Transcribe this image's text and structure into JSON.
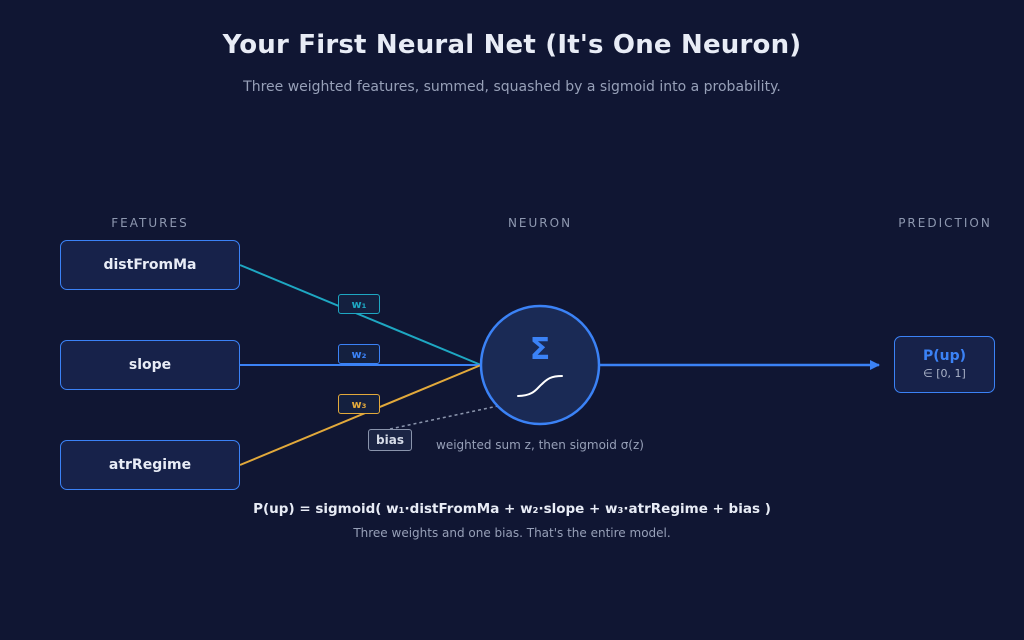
{
  "title": "Your First Neural Net (It's One Neuron)",
  "subtitle": "Three weighted features, summed, squashed by a sigmoid into a probability.",
  "columns": {
    "features": "FEATURES",
    "neuron": "NEURON",
    "prediction": "PREDICTION"
  },
  "features": [
    "distFromMa",
    "slope",
    "atrRegime"
  ],
  "weights": [
    "w₁",
    "w₂",
    "w₃"
  ],
  "bias": "bias",
  "neuron": {
    "symbol": "Σ",
    "caption": "weighted sum z, then sigmoid σ(z)"
  },
  "prediction": {
    "label": "P(up)",
    "range": "∈ [0, 1]"
  },
  "formula": "P(up) = sigmoid( w₁·distFromMa + w₂·slope + w₃·atrRegime + bias )",
  "formula_note": "Three weights and one bias. That's the entire model.",
  "colors": {
    "background": "#101633",
    "accent_blue": "#3b82f6",
    "teal": "#1ea7c2",
    "amber": "#e2a93b",
    "neuron_fill": "#1a2a55",
    "muted": "#97a0b8"
  }
}
